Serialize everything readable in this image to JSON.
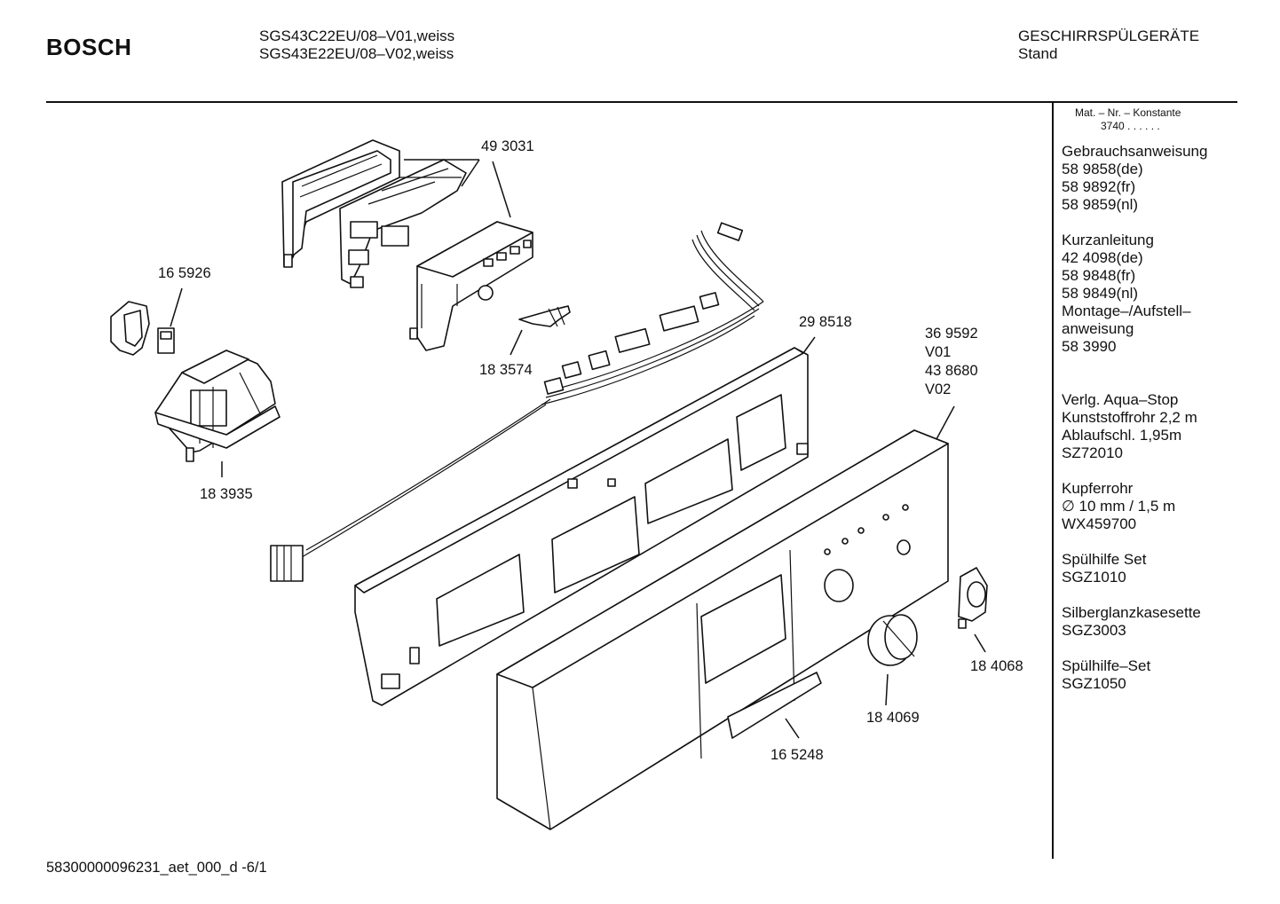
{
  "header": {
    "brand": "BOSCH",
    "model_line_1": "SGS43C22EU/08–V01,weiss",
    "model_line_2": "SGS43E22EU/08–V02,weiss",
    "category": "GESCHIRRSPÜLGERÄTE",
    "subcategory": "Stand"
  },
  "sidebar": {
    "mat_nr_label": "Mat. – Nr. – Konstante",
    "mat_nr_value": "3740  .   .    .   .   .   .",
    "lines": [
      "Gebrauchsanweisung",
      "58 9858(de)",
      "58 9892(fr)",
      "58 9859(nl)",
      "",
      "Kurzanleitung",
      "42 4098(de)",
      "58 9848(fr)",
      "58 9849(nl)",
      "Montage–/Aufstell–",
      "anweisung",
      "58 3990",
      "",
      "",
      "Verlg. Aqua–Stop",
      "Kunststoffrohr 2,2 m",
      "Ablaufschl. 1,95m",
      "SZ72010",
      "",
      "Kupferrohr",
      "∅ 10 mm / 1,5 m",
      "WX459700",
      "",
      "Spülhilfe Set",
      "SGZ1010",
      "",
      "Silberglanzkasesette",
      "SGZ3003",
      "",
      "Spülhilfe–Set",
      "SGZ1050"
    ]
  },
  "parts": [
    {
      "id": "p493031",
      "label": "49 3031"
    },
    {
      "id": "p165926",
      "label": "16 5926"
    },
    {
      "id": "p183574",
      "label": "18 3574"
    },
    {
      "id": "p298518",
      "label": "29 8518"
    },
    {
      "id": "p369592",
      "label": "36 9592"
    },
    {
      "id": "pv01",
      "label": "V01"
    },
    {
      "id": "p438680",
      "label": "43 8680"
    },
    {
      "id": "pv02",
      "label": "V02"
    },
    {
      "id": "p183935",
      "label": "18 3935"
    },
    {
      "id": "p184068",
      "label": "18 4068"
    },
    {
      "id": "p184069",
      "label": "18 4069"
    },
    {
      "id": "p165248",
      "label": "16 5248"
    }
  ],
  "footer": {
    "doc_id": "58300000096231_aet_000_d  -6/1"
  }
}
